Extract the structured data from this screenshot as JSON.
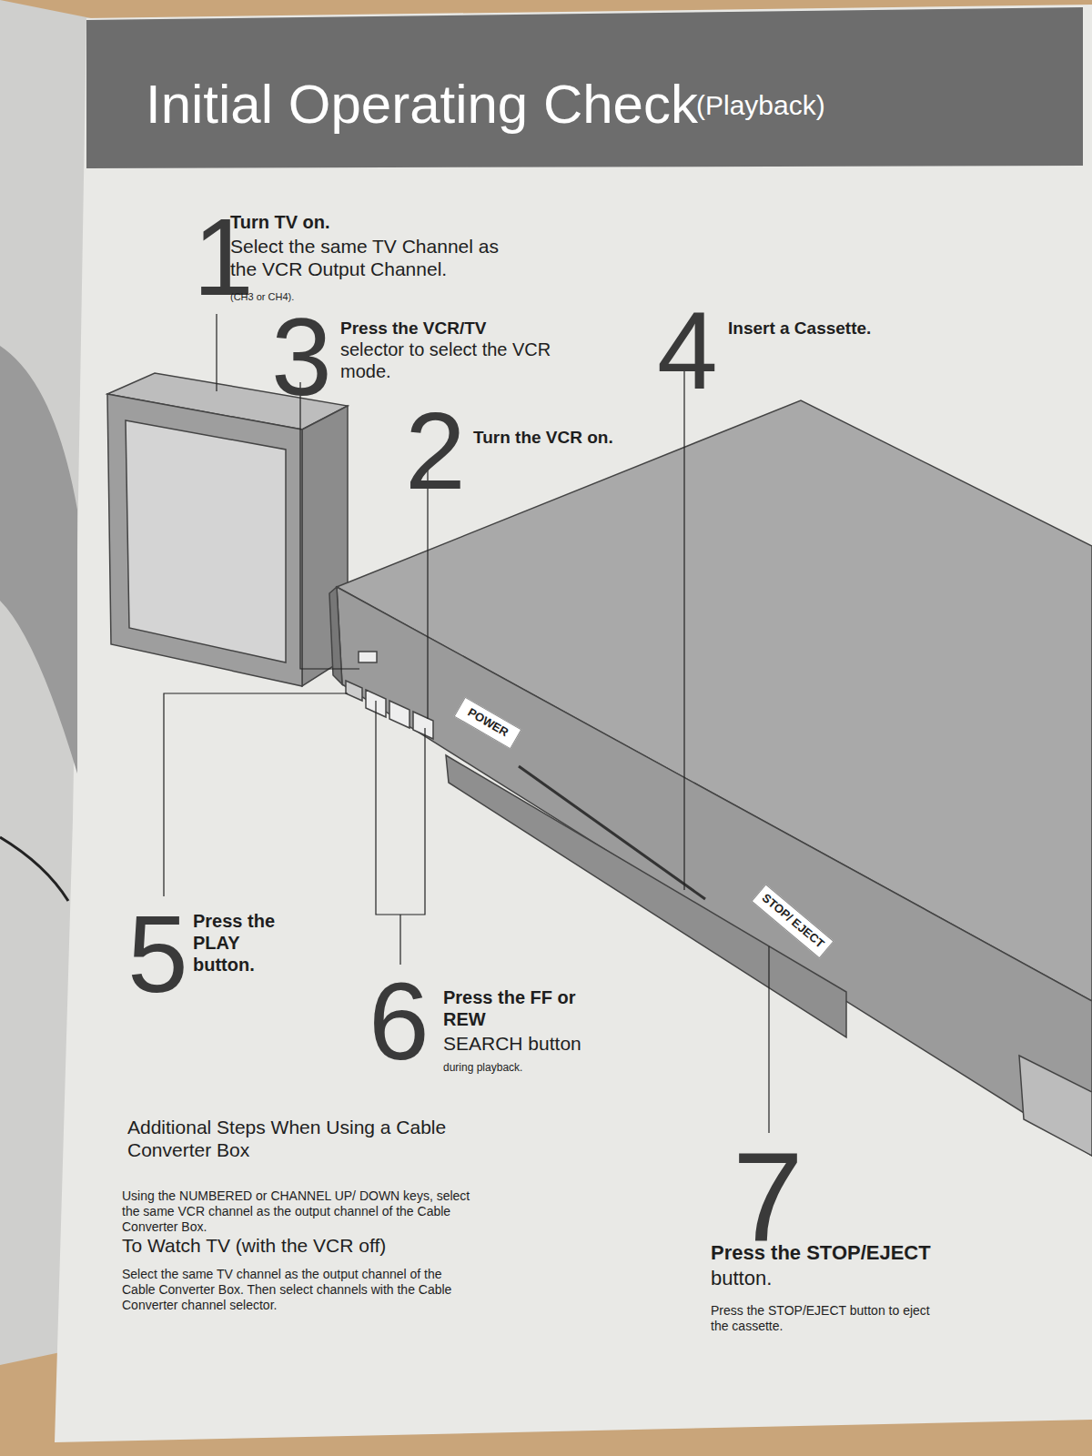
{
  "diagram": {
    "title": "Initial Operating Check",
    "nodes": [
      {
        "text": [
          "POWER"
        ]
      },
      {
        "text": [
          "STOP/ EJECT"
        ]
      }
    ],
    "labels": [
      "(Playback)",
      "1",
      "Turn TV on.",
      "Select the same TV Channel as the VCR Output Channel.",
      "(CH3 or CH4).",
      "3",
      "Press the VCR/TV",
      "selector to select the VCR mode.",
      "4",
      "Insert a Cassette.",
      "2",
      "Turn the VCR on.",
      "5",
      "Press the PLAY button.",
      "6",
      "Press the FF or REW",
      "SEARCH button",
      "during playback.",
      "Additional Steps When Using a Cable Converter Box",
      "Using the NUMBERED or CHANNEL UP/ DOWN keys, select the same VCR channel as the output channel of the Cable Converter Box.",
      "To Watch TV (with the VCR off)",
      "Select the same TV channel as the output channel of the Cable Converter Box. Then select channels with the Cable Converter channel selector.",
      "7",
      "Press the STOP/EJECT",
      "button.",
      "Press the STOP/EJECT button to eject the cassette."
    ]
  }
}
